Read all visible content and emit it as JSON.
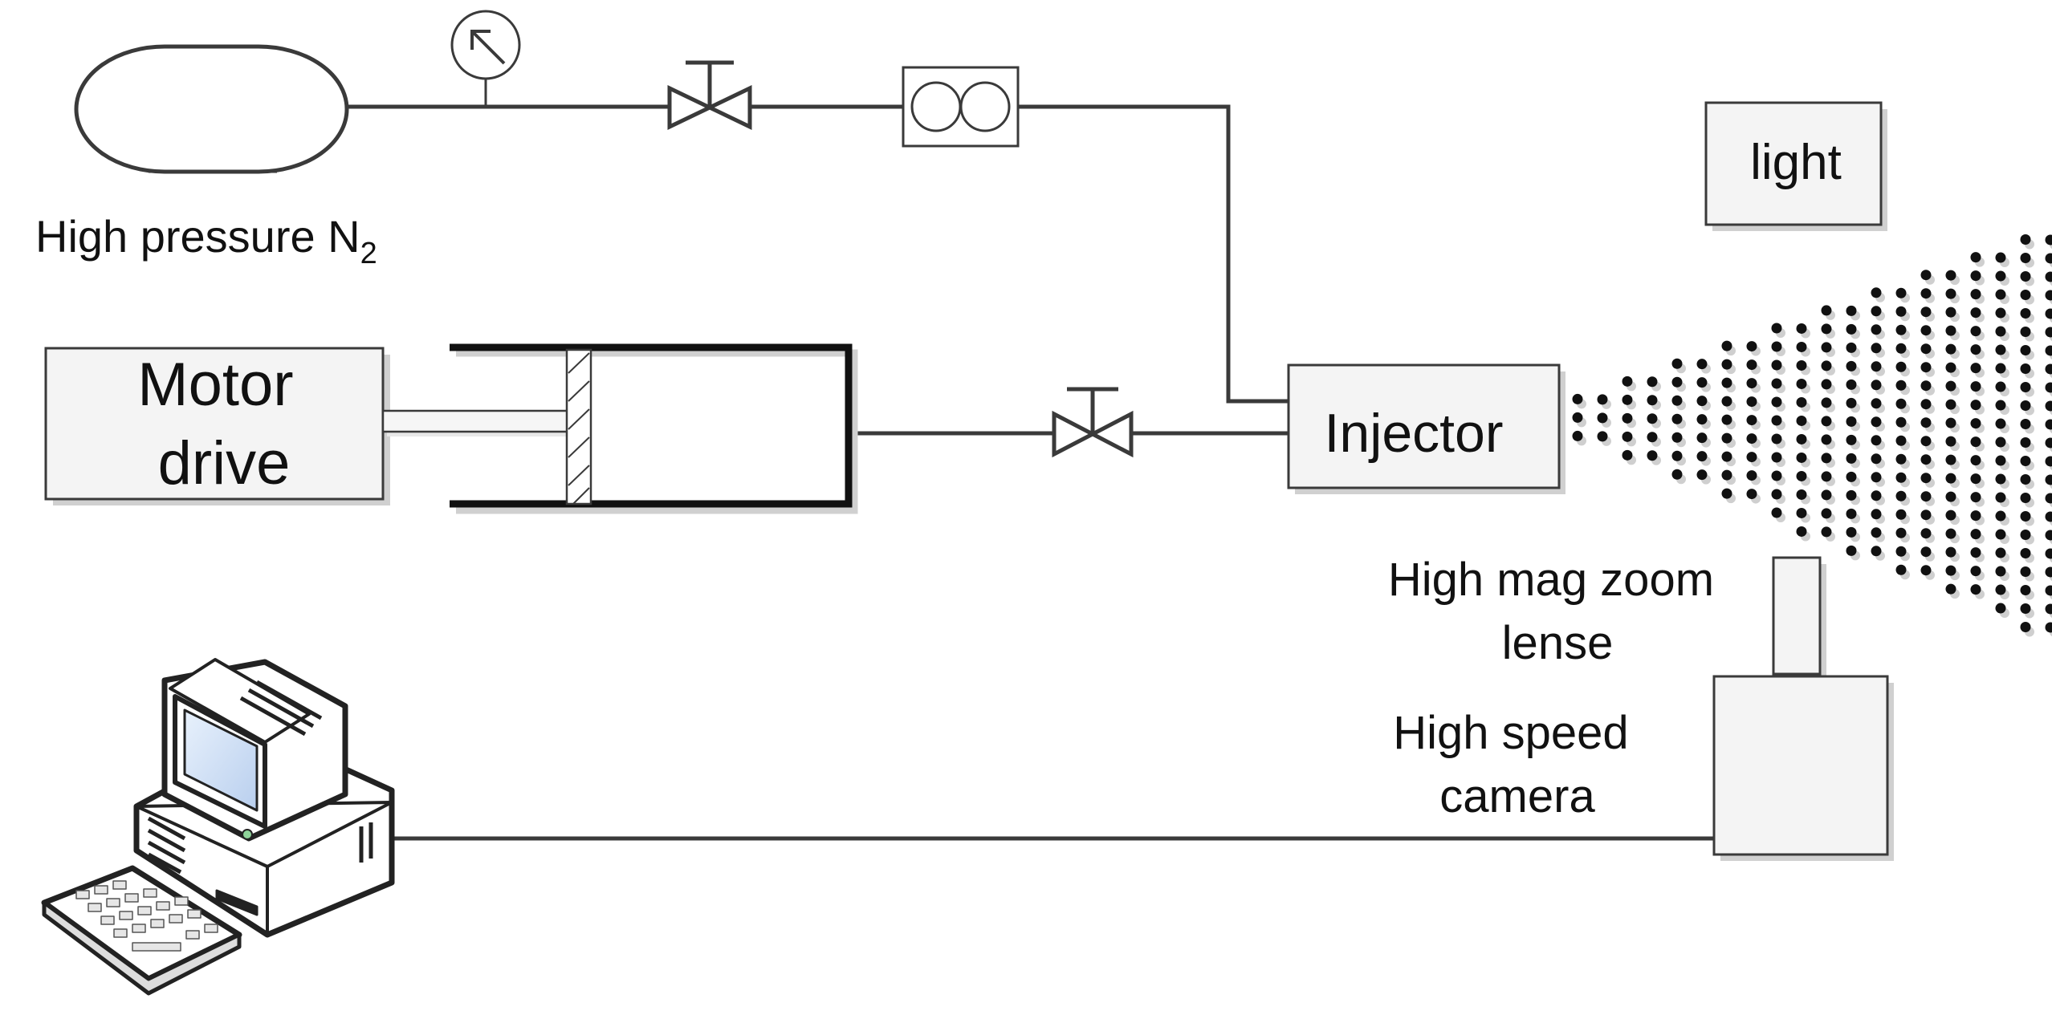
{
  "labels": {
    "nitrogen_prefix": "High pressure N",
    "nitrogen_subscript": "2",
    "motor_line1": "Motor",
    "motor_line2": "drive",
    "injector": "Injector",
    "light": "light",
    "lens_line1": "High mag zoom",
    "lens_line2": "lense",
    "camera_line1": "High speed",
    "camera_line2": "camera"
  },
  "colors": {
    "line": "#3a3a3a",
    "box_fill": "#f4f4f4",
    "shadow": "#d0d0d0",
    "spray_dot": "#111111",
    "screen": "#cfe0f7"
  },
  "icons": {
    "tank": "gas-cylinder-icon",
    "gauge": "pressure-gauge-icon",
    "valve": "valve-icon",
    "flowmeter": "flow-meter-icon",
    "computer": "desktop-computer-icon"
  }
}
